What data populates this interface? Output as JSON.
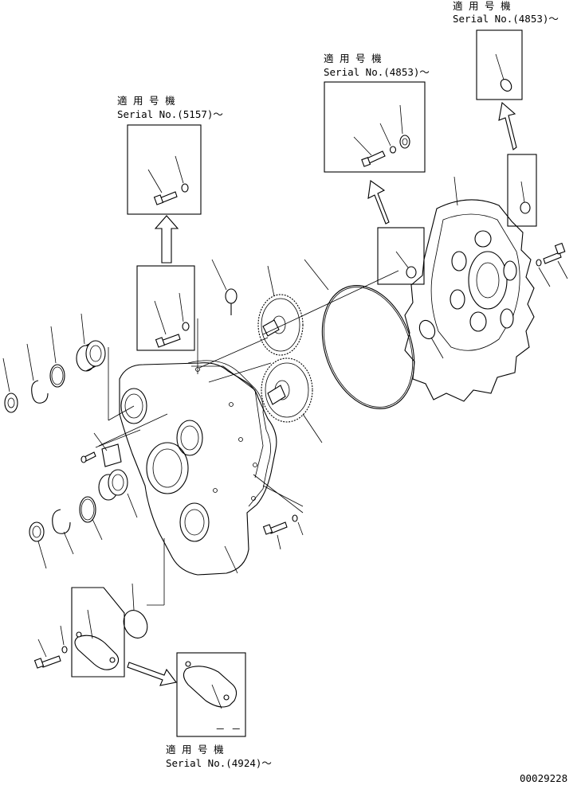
{
  "callouts": {
    "top_right": {
      "applicability": "適 用 号 機",
      "serial": "Serial No.(4853)～"
    },
    "mid_right": {
      "applicability": "適 用 号 機",
      "serial": "Serial No.(4853)～"
    },
    "top_left": {
      "applicability": "適 用 号 機",
      "serial": "Serial No.(5157)～"
    },
    "bottom": {
      "applicability": "適 用 号 機",
      "serial": "Serial No.(4924)～"
    }
  },
  "bottom_box_mark": "－ －",
  "drawing_number": "00029228"
}
